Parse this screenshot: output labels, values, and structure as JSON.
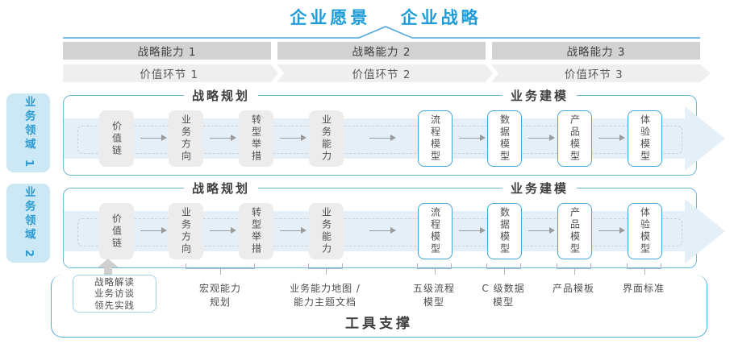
{
  "header": {
    "vision": "企业愿景",
    "strategy": "企业战略"
  },
  "capabilities": [
    {
      "label": "战略能力 1"
    },
    {
      "label": "战略能力 2"
    },
    {
      "label": "战略能力 3"
    }
  ],
  "value_links": [
    {
      "label": "价值环节 1"
    },
    {
      "label": "价值环节 2"
    },
    {
      "label": "价值环节 3"
    }
  ],
  "domains": [
    {
      "label": "业务领域 1"
    },
    {
      "label": "业务领域 2"
    }
  ],
  "row": {
    "sections": [
      {
        "title": "战略规划"
      },
      {
        "title": "业务建模"
      }
    ],
    "boxes": [
      {
        "label": "价值链",
        "style": "gray"
      },
      {
        "label": "业务方向",
        "style": "gray"
      },
      {
        "label": "转型举措",
        "style": "gray"
      },
      {
        "label": "业务能力",
        "style": "gray"
      },
      {
        "label": "流程模型",
        "style": "blue"
      },
      {
        "label": "数据模型",
        "style": "blue"
      },
      {
        "label": "产品模型",
        "style": "blue"
      },
      {
        "label": "体验模型",
        "style": "blue"
      }
    ]
  },
  "annotations": {
    "inputs": {
      "lines": [
        "战略解读",
        "业务访谈",
        "领先实践"
      ]
    },
    "macro": {
      "lines": [
        "宏观能力",
        "规划"
      ]
    },
    "capmap": {
      "lines": [
        "业务能力地图 /",
        "能力主题文档"
      ]
    },
    "process": {
      "lines": [
        "五级流程",
        "模型"
      ]
    },
    "data": {
      "lines": [
        "C 级数据",
        "模型"
      ]
    },
    "product": {
      "lines": [
        "产品模板"
      ]
    },
    "ui": {
      "lines": [
        "界面标准"
      ]
    }
  },
  "footer": {
    "label": "工具支撑"
  },
  "icons": {
    "band_arrow": "arrow-right-icon",
    "up_arrow": "arrow-up-icon",
    "chevron": "chevron-right-icon"
  },
  "colors": {
    "title-blue": "#1E9CD8",
    "container-border": "#6CB8DE",
    "box-border": "#45A5D6",
    "domain-bg": "#CDE8F5",
    "domain-text": "#2D9BD3",
    "band-blue": "#E4EFF8",
    "bar-gray": "#D2D2D2",
    "band-gray": "#EFEFEF",
    "box-gray": "#ECECEC",
    "text-dark": "#3F3F3F",
    "text-gray": "#4F4F4F",
    "arrow-gray": "#9B9B9B",
    "bracket-gray": "#B3B3B3",
    "uparrow-gray": "#CFCFCF",
    "annot-border": "#A5D3EA"
  }
}
